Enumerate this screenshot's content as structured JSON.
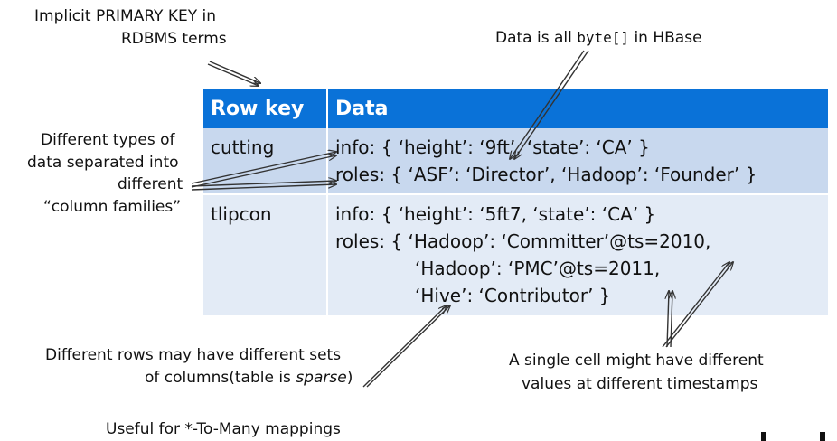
{
  "annotations": {
    "implicit_pk_line1": "Implicit PRIMARY KEY in",
    "implicit_pk_line2": "RDBMS terms",
    "data_bytes_prefix": "Data is all",
    "data_bytes_code": "byte[]",
    "data_bytes_suffix": "in HBase",
    "column_families_line1": "Different types of",
    "column_families_line2": "data separated into",
    "column_families_line3": "different",
    "column_families_line4": "“column families”",
    "sparse_line1": "Different rows may have different sets",
    "sparse_line2_prefix": "of columns(table is",
    "sparse_line2_em": "sparse",
    "sparse_line2_suffix": ")",
    "timestamps_line1": "A single cell might have different",
    "timestamps_line2": "values at different timestamps",
    "to_many": "Useful for *-To-Many mappings"
  },
  "table": {
    "header_row_key": "Row key",
    "header_data": "Data",
    "rows": [
      {
        "key": "cutting",
        "lines": [
          "info: { ‘height’: ‘9ft’, ‘state’: ‘CA’ }",
          "roles: { ‘ASF’: ‘Director’, ‘Hadoop’: ‘Founder’ }"
        ]
      },
      {
        "key": "tlipcon",
        "lines": [
          "info: { ‘height’: ‘5ft7, ‘state’: ‘CA’ }",
          "roles: { ‘Hadoop’: ‘Committer’@ts=2010,",
          "‘Hadoop’: ‘PMC’@ts=2011,",
          "‘Hive’: ‘Contributor’ }"
        ]
      }
    ]
  }
}
